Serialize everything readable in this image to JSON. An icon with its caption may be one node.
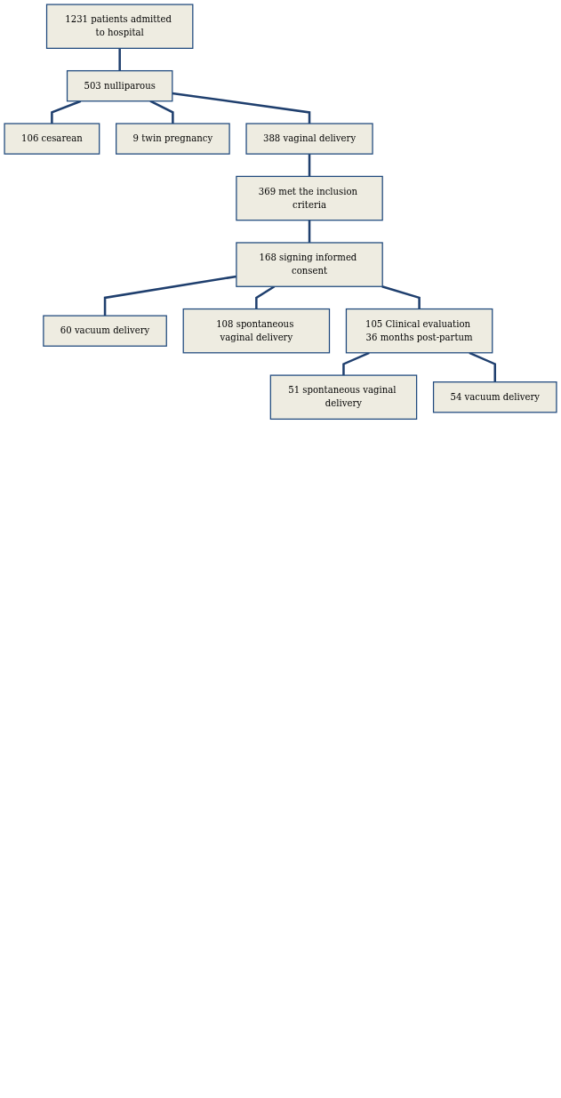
{
  "diagram": {
    "nodes": [
      {
        "text": [
          "1231 patients admitted to hospital"
        ]
      },
      {
        "text": [
          "503 nulliparous"
        ]
      },
      {
        "text": [
          "106 cesarean"
        ]
      },
      {
        "text": [
          "9 twin pregnancy"
        ]
      },
      {
        "text": [
          "388 vaginal delivery"
        ]
      },
      {
        "text": [
          "369 met the inclusion criteria"
        ]
      },
      {
        "text": [
          "168 signing informed consent"
        ]
      },
      {
        "text": [
          "60 vacuum delivery"
        ]
      },
      {
        "text": [
          "108 spontaneous vaginal delivery"
        ]
      },
      {
        "text": [
          "105 Clinical evaluation 36 months post-partum"
        ]
      },
      {
        "text": [
          "51 spontaneous vaginal delivery"
        ]
      },
      {
        "text": [
          "54 vacuum delivery"
        ]
      }
    ],
    "edges": [
      {
        "from": 0,
        "to": 1,
        "arrow": "none"
      },
      {
        "from": 1,
        "to": 2,
        "arrow": "none"
      },
      {
        "from": 1,
        "to": 3,
        "arrow": "none"
      },
      {
        "from": 1,
        "to": 4,
        "arrow": "none"
      },
      {
        "from": 4,
        "to": 5,
        "arrow": "none"
      },
      {
        "from": 5,
        "to": 6,
        "arrow": "none"
      },
      {
        "from": 6,
        "to": 7,
        "arrow": "none"
      },
      {
        "from": 6,
        "to": 8,
        "arrow": "none"
      },
      {
        "from": 6,
        "to": 9,
        "arrow": "none"
      },
      {
        "from": 9,
        "to": 10,
        "arrow": "none"
      },
      {
        "from": 9,
        "to": 11,
        "arrow": "none"
      }
    ]
  }
}
